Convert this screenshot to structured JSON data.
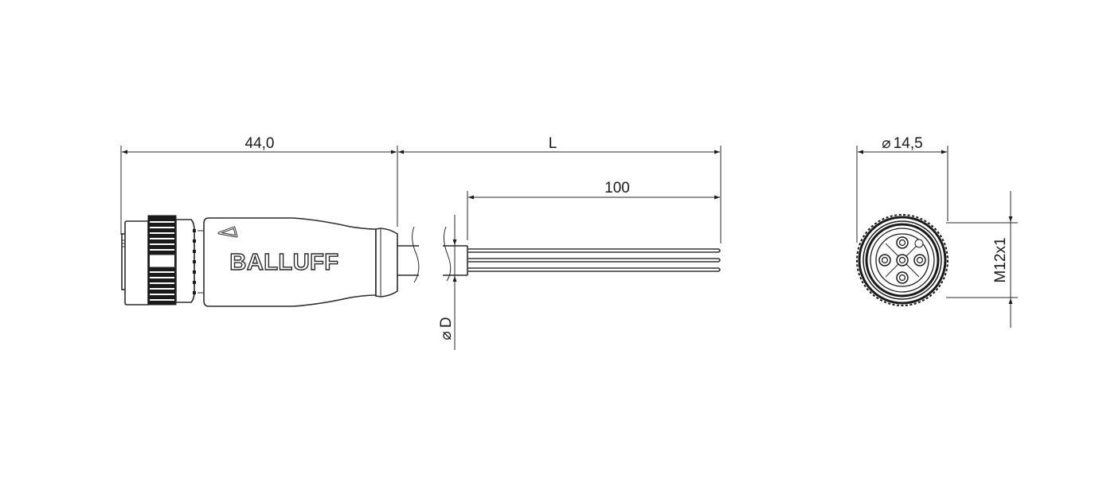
{
  "drawing": {
    "brand": "BALLUFF",
    "dimensions": {
      "connector_length": "44,0",
      "cable_length": "L",
      "stripped_length": "100",
      "cable_diameter": "D",
      "cable_diameter_symbol": "⌀",
      "outer_diameter": "14,5",
      "outer_diameter_symbol": "⌀",
      "thread": "M12x1"
    },
    "views": {
      "side": "side-view",
      "front": "front-view"
    },
    "colors": {
      "line": "#2a2a2a",
      "background": "#ffffff"
    }
  }
}
